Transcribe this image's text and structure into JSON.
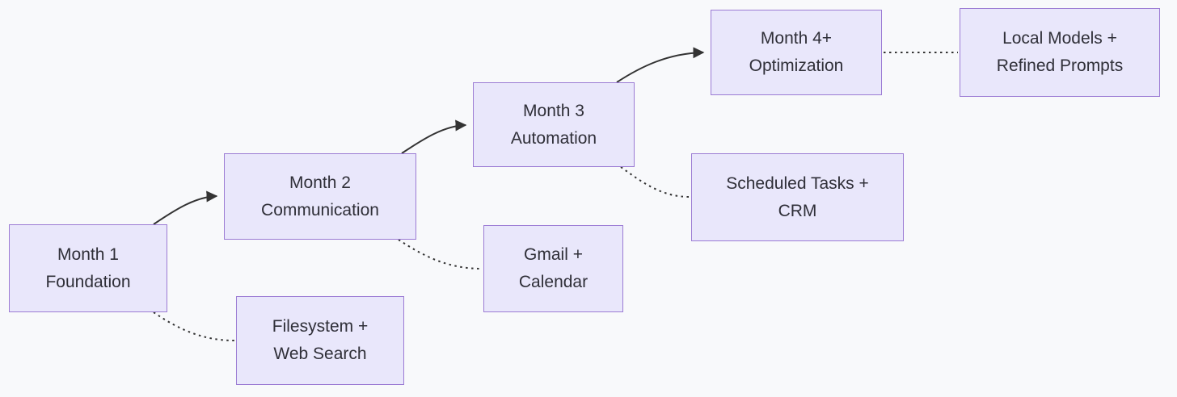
{
  "diagram": {
    "type": "flowchart",
    "direction": "left-to-right-ascending"
  },
  "colors": {
    "canvas_bg": "#f8f9fb",
    "node_fill": "#e9e7fb",
    "node_border": "#9b7bd4",
    "edge_color": "#333333",
    "text_color": "#2f2f38"
  },
  "nodes": [
    {
      "id": "month1",
      "line1": "Month 1",
      "line2": "Foundation",
      "kind": "milestone"
    },
    {
      "id": "month2",
      "line1": "Month 2",
      "line2": "Communication",
      "kind": "milestone"
    },
    {
      "id": "month3",
      "line1": "Month 3",
      "line2": "Automation",
      "kind": "milestone"
    },
    {
      "id": "month4",
      "line1": "Month 4+",
      "line2": "Optimization",
      "kind": "milestone"
    },
    {
      "id": "localmodels",
      "line1": "Local Models +",
      "line2": "Refined Prompts",
      "kind": "detail"
    },
    {
      "id": "filesystem",
      "line1": "Filesystem +",
      "line2": "Web Search",
      "kind": "detail"
    },
    {
      "id": "gmail",
      "line1": "Gmail +",
      "line2": "Calendar",
      "kind": "detail"
    },
    {
      "id": "scheduled",
      "line1": "Scheduled Tasks +",
      "line2": "CRM",
      "kind": "detail"
    }
  ],
  "edges": [
    {
      "from": "month1",
      "to": "month2",
      "style": "solid-arrow"
    },
    {
      "from": "month2",
      "to": "month3",
      "style": "solid-arrow"
    },
    {
      "from": "month3",
      "to": "month4",
      "style": "solid-arrow"
    },
    {
      "from": "month1",
      "to": "filesystem",
      "style": "dotted"
    },
    {
      "from": "month2",
      "to": "gmail",
      "style": "dotted"
    },
    {
      "from": "month3",
      "to": "scheduled",
      "style": "dotted"
    },
    {
      "from": "month4",
      "to": "localmodels",
      "style": "dotted"
    }
  ]
}
